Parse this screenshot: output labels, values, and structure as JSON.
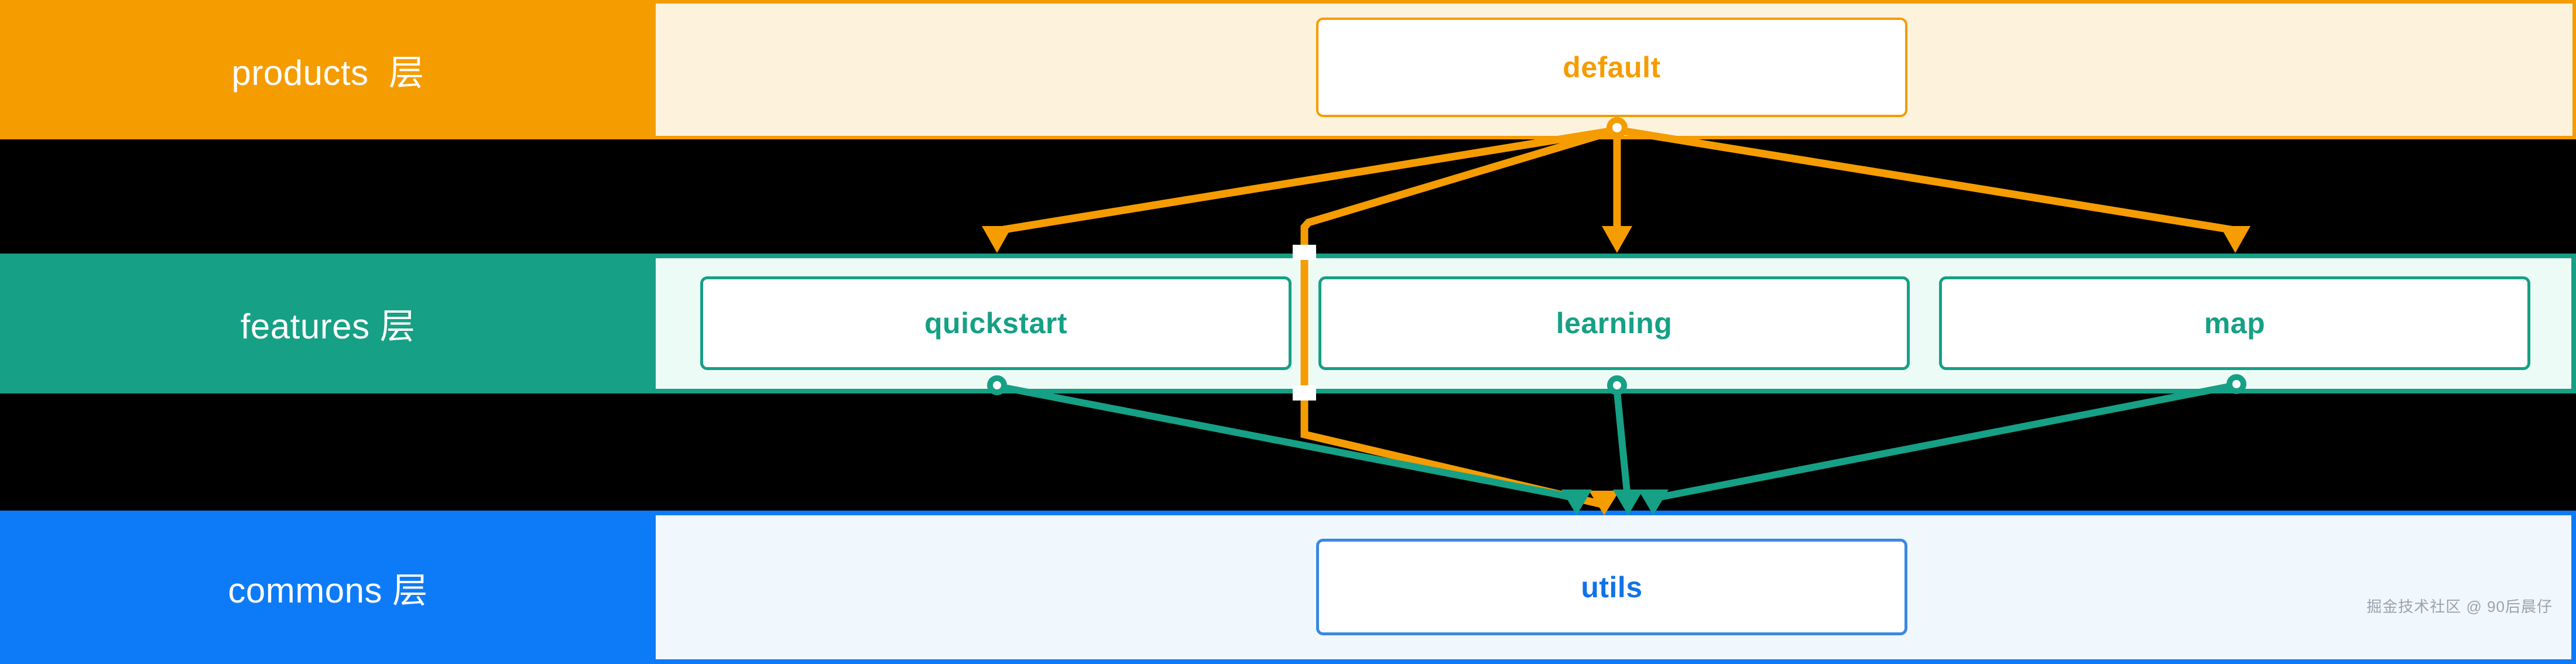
{
  "diagram": {
    "title": "layered module architecture",
    "layers": [
      {
        "id": "products",
        "label": "products  层",
        "color": "#f59c01",
        "body_color": "#fdf3dc",
        "nodes": [
          {
            "id": "default",
            "label": "default",
            "color": "#f59c01"
          }
        ]
      },
      {
        "id": "features",
        "label": "features 层",
        "color": "#16a085",
        "body_color": "#edfbf6",
        "nodes": [
          {
            "id": "quickstart",
            "label": "quickstart",
            "color": "#16a085"
          },
          {
            "id": "learning",
            "label": "learning",
            "color": "#16a085"
          },
          {
            "id": "map",
            "label": "map",
            "color": "#16a085"
          }
        ]
      },
      {
        "id": "commons",
        "label": "commons 层",
        "color": "#0d7bf7",
        "body_color": "#f0f8fe",
        "nodes": [
          {
            "id": "utils",
            "label": "utils",
            "color": "#1172e8"
          }
        ]
      }
    ],
    "edges": [
      {
        "from": "default",
        "to": "quickstart",
        "color": "#f59c01"
      },
      {
        "from": "default",
        "to": "learning",
        "color": "#f59c01"
      },
      {
        "from": "default",
        "to": "map",
        "color": "#f59c01"
      },
      {
        "from": "default",
        "to": "utils",
        "color": "#f59c01"
      },
      {
        "from": "quickstart",
        "to": "utils",
        "color": "#16a085"
      },
      {
        "from": "learning",
        "to": "utils",
        "color": "#16a085"
      },
      {
        "from": "map",
        "to": "utils",
        "color": "#16a085"
      }
    ]
  },
  "watermark": {
    "text": "掘金技术社区 @ 90后晨仔"
  }
}
